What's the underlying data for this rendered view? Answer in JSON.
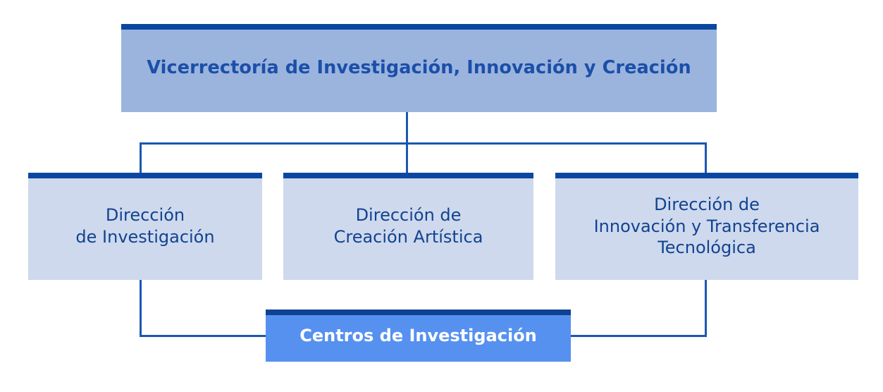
{
  "diagram": {
    "title_text": "Vicerrectoría de Investigación, Innovación y Creación",
    "type": "organizational-chart",
    "language": "es",
    "colors": {
      "root_fill": "#9BB4DE",
      "root_bar": "#0A47A1",
      "root_text": "#1B4FA8",
      "level2_fill": "#CED9EE",
      "level2_bar": "#0A47A1",
      "level2_text": "#12438F",
      "bottom_fill": "#5691F0",
      "bottom_bar": "#0F4194",
      "bottom_text": "#FFFFFF",
      "connector_line": "#1B57B0",
      "background": "#FFFFFF"
    }
  },
  "root": {
    "label": "Vicerrectoría de Investigación, Innovación y Creación"
  },
  "directions": [
    {
      "label": "Dirección\nde Investigación"
    },
    {
      "label": "Dirección de\nCreación Artística"
    },
    {
      "label": "Dirección de\nInnovación y Transferencia\nTecnológica"
    }
  ],
  "centers": {
    "label": "Centros de Investigación"
  }
}
